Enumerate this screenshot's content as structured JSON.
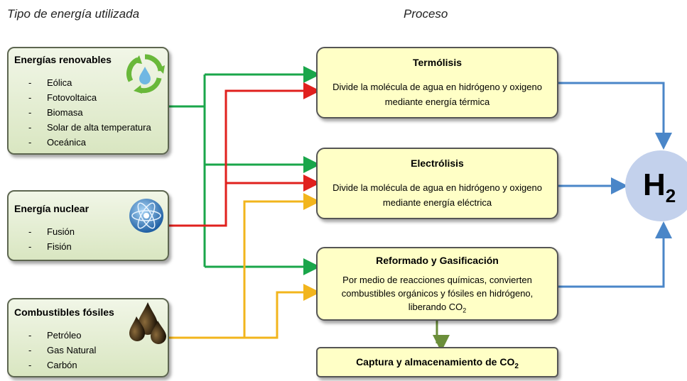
{
  "headers": {
    "energy_type": "Tipo de energía utilizada",
    "process": "Proceso"
  },
  "sources": {
    "renewable": {
      "title": "Energías renovables",
      "items": [
        "Eólica",
        "Fotovoltaica",
        "Biomasa",
        "Solar de alta temperatura",
        "Oceánica"
      ],
      "icon": "recycle-water-drop-icon"
    },
    "nuclear": {
      "title": "Energía nuclear",
      "items": [
        "Fusión",
        "Fisión"
      ],
      "icon": "atom-icon"
    },
    "fossil": {
      "title": "Combustibles fósiles",
      "items": [
        "Petróleo",
        "Gas Natural",
        "Carbón"
      ],
      "icon": "oil-drops-icon"
    }
  },
  "processes": {
    "thermolysis": {
      "title": "Termólisis",
      "desc_line1": "Divide la molécula de agua en hidrógeno y oxigeno",
      "desc_line2": "mediante energía térmica"
    },
    "electrolysis": {
      "title": "Electrólisis",
      "desc_line1": "Divide la molécula de agua en hidrógeno y oxigeno",
      "desc_line2": "mediante energía eléctrica"
    },
    "reforming": {
      "title": "Reformado y Gasificación",
      "desc_line1": "Por medio de reacciones químicas, convierten",
      "desc_line2": "combustibles orgánicos y fósiles en hidrógeno,",
      "desc_line3": "liberando CO",
      "desc_line3_sub": "2"
    },
    "capture": {
      "title": "Captura y almacenamiento de CO",
      "title_sub": "2"
    }
  },
  "product": {
    "symbol": "H",
    "subscript": "2"
  },
  "colors": {
    "renewable": "#1aa64a",
    "nuclear": "#e0201d",
    "fossil": "#f2b51c",
    "output": "#4a86c8",
    "capture": "#6b8e3a"
  }
}
